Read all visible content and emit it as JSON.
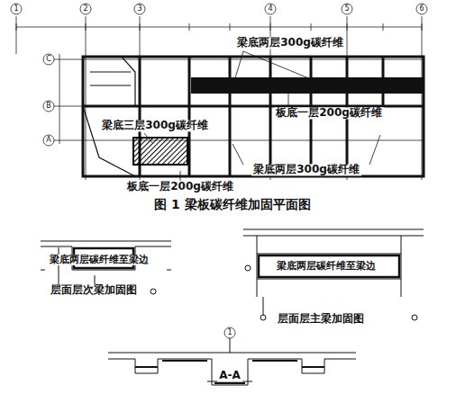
{
  "diagram": {
    "caption": "图 1 梁板碳纤维加固平面图",
    "labels": [
      "梁底两层300g碳纤维",
      "板底一层200g碳纤维",
      "梁底三层300g碳纤维",
      "梁底两层300g碳纤维",
      "板底一层200g碳纤维",
      "梁底两层碳纤维至梁边",
      "层面层次梁加固图",
      "梁底两层碳纤维至梁边",
      "层面层主梁加固图",
      "A-A",
      "1",
      "2",
      "3",
      "4",
      "5",
      "6",
      "C",
      "B",
      "A",
      "1"
    ]
  }
}
